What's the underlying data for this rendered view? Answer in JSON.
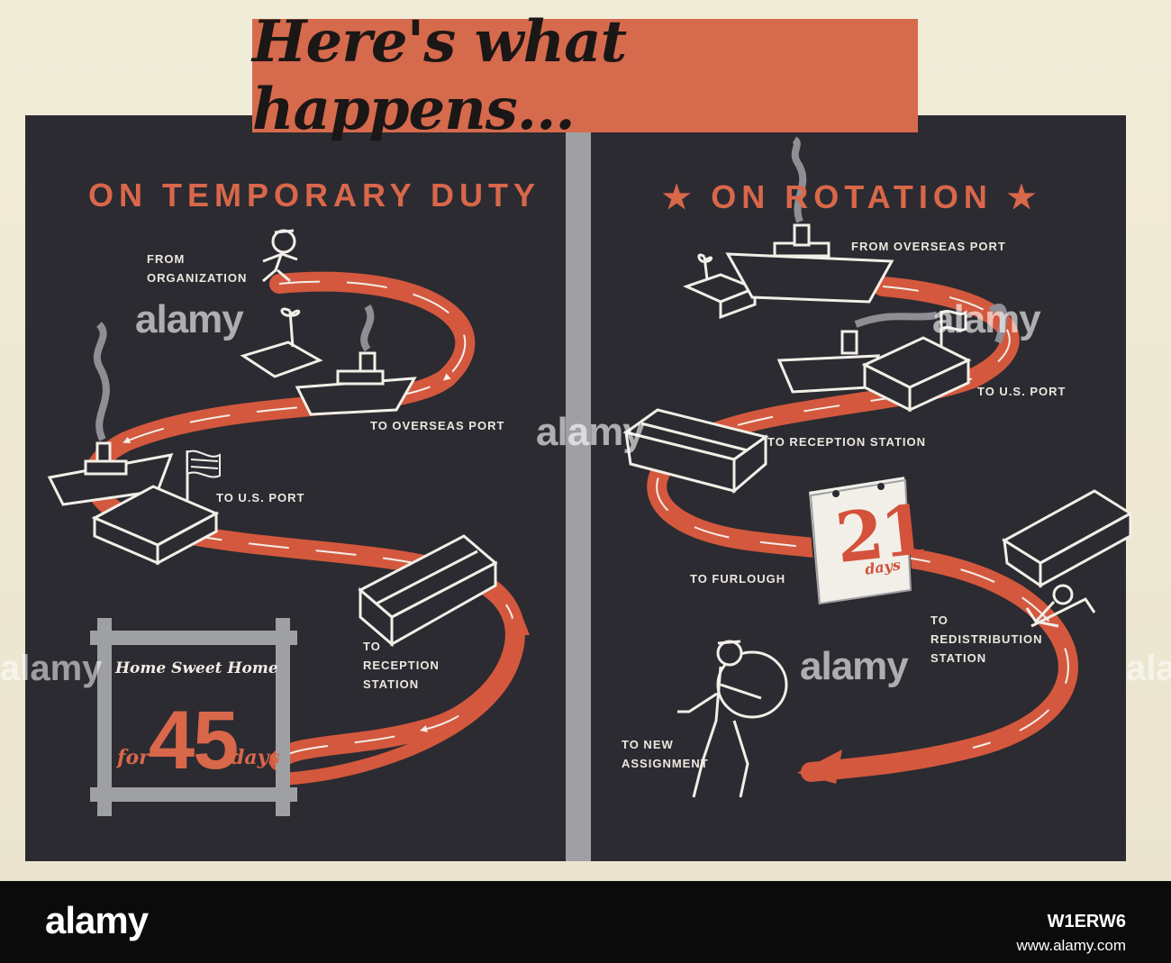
{
  "title": "Here's what happens...",
  "left_panel": {
    "heading": "ON TEMPORARY DUTY",
    "steps": {
      "from_organization": "FROM\nORGANIZATION",
      "to_overseas_port": "TO OVERSEAS PORT",
      "to_us_port": "TO U.S. PORT",
      "to_reception_station": "TO\nRECEPTION\nSTATION"
    },
    "home_box": {
      "title": "Home Sweet Home",
      "for": "for",
      "number": "45",
      "unit": "days"
    }
  },
  "right_panel": {
    "heading": "★ ON ROTATION ★",
    "steps": {
      "from_overseas_port": "FROM OVERSEAS PORT",
      "to_us_port": "TO U.S. PORT",
      "to_reception_station": "TO RECEPTION STATION",
      "to_furlough": "TO FURLOUGH",
      "to_redistribution_station": "TO\nREDISTRIBUTION\nSTATION",
      "to_new_assignment": "TO NEW\nASSIGNMENT"
    },
    "calendar": {
      "number": "21",
      "unit": "days"
    }
  },
  "watermark": {
    "text": "alamy",
    "stock_id": "W1ERW6",
    "url": "www.alamy.com"
  },
  "colors": {
    "arrow": "#d4583e",
    "panel": "#2c2b31",
    "banner": "#d66a4d",
    "line": "#f2efe8"
  }
}
